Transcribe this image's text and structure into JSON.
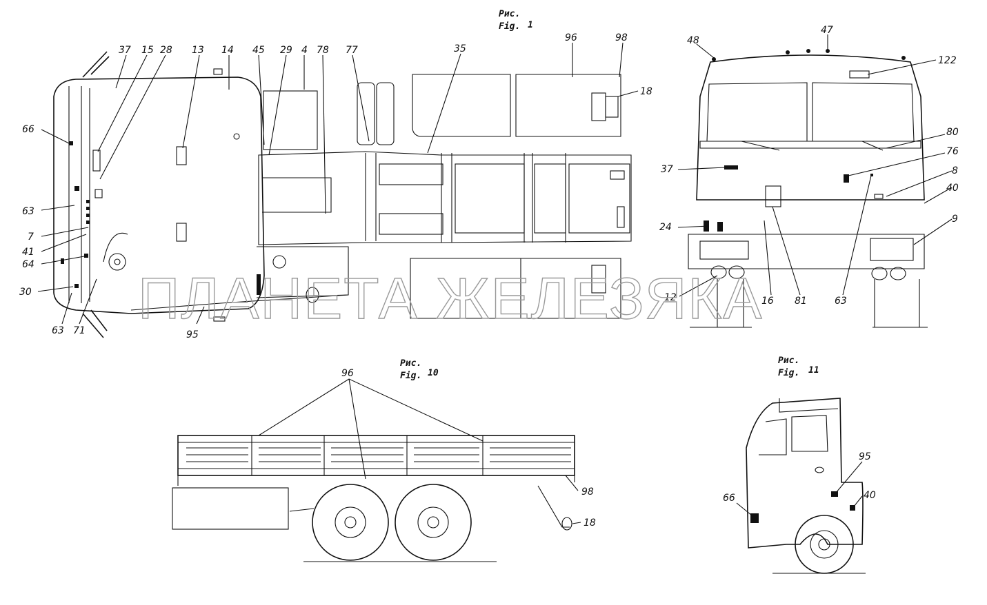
{
  "figures": {
    "fig1": {
      "title_ru": "Рис.",
      "title_en": "Fig.",
      "number": "1"
    },
    "fig10": {
      "title_ru": "Рис.",
      "title_en": "Fig.",
      "number": "10"
    },
    "fig11": {
      "title_ru": "Рис.",
      "title_en": "Fig.",
      "number": "11"
    }
  },
  "callouts": {
    "top": {
      "c37": "37",
      "c15": "15",
      "c28": "28",
      "c13": "13",
      "c14": "14",
      "c45": "45",
      "c29": "29",
      "c4": "4",
      "c78": "78",
      "c77": "77",
      "c35": "35",
      "c96": "96",
      "c98": "98",
      "c18": "18",
      "c66": "66",
      "c63a": "63",
      "c7": "7",
      "c41": "41",
      "c64": "64",
      "c30": "30",
      "c63b": "63",
      "c71": "71",
      "c95": "95"
    },
    "front": {
      "c48": "48",
      "c47": "47",
      "c122": "122",
      "c80": "80",
      "c76": "76",
      "c8": "8",
      "c40": "40",
      "c9": "9",
      "c37": "37",
      "c24": "24",
      "c12": "12",
      "c16": "16",
      "c81": "81",
      "c63": "63"
    },
    "side": {
      "c96": "96",
      "c98": "98",
      "c18": "18"
    },
    "cab": {
      "c95": "95",
      "c66": "66",
      "c40": "40"
    }
  },
  "watermark": "ПЛАНЕТА ЖЕЛЕЗЯКА"
}
